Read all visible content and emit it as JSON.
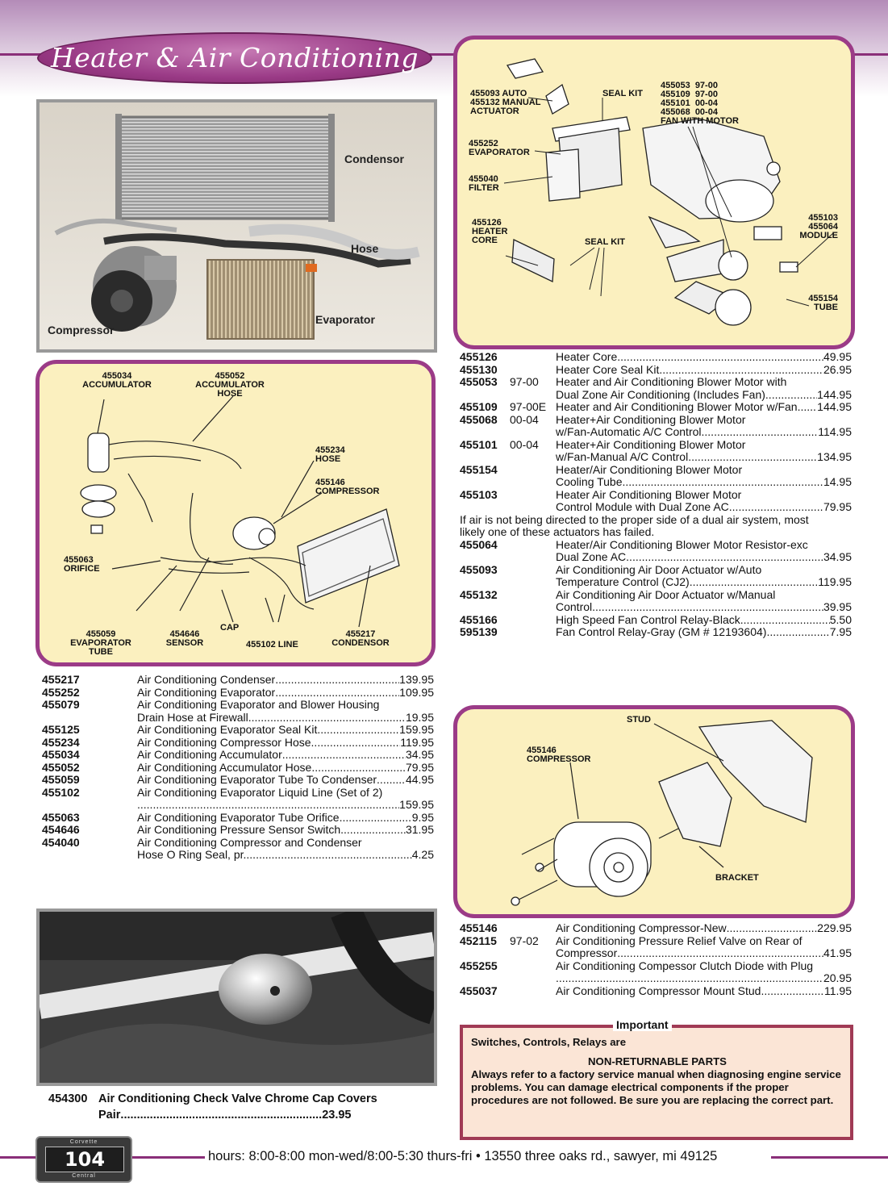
{
  "header": {
    "title": "Heater & Air Conditioning"
  },
  "photo_top": {
    "labels": {
      "condensor": "Condensor",
      "hose": "Hose",
      "evaporator": "Evaporator",
      "compressor": "Compressor"
    }
  },
  "diagram_blower": {
    "labels": {
      "actuator": "455093 AUTO\n455132 MANUAL\nACTUATOR",
      "seal_kit_top": "SEAL KIT",
      "fan_motor": "455053  97-00\n455109  97-00\n455101  00-04\n455068  00-04\nFAN WITH MOTOR",
      "evaporator": "455252\nEVAPORATOR",
      "filter": "455040\nFILTER",
      "heater_core": "455126\nHEATER\nCORE",
      "seal_kit_mid": "SEAL KIT",
      "module": "455103\n455064\nMODULE",
      "tube": "455154\nTUBE"
    }
  },
  "diagram_ac": {
    "labels": {
      "accumulator": "455034\nACCUMULATOR",
      "accumulator_hose": "455052\nACCUMULATOR\nHOSE",
      "hose": "455234\nHOSE",
      "compressor": "455146\nCOMPRESSOR",
      "orifice": "455063\nORIFICE",
      "evap_tube": "455059\nEVAPORATOR\nTUBE",
      "sensor": "454646\nSENSOR",
      "cap": "CAP",
      "line": "455102 LINE",
      "condensor": "455217\nCONDENSOR"
    }
  },
  "diagram_compressor": {
    "labels": {
      "stud": "STUD",
      "compressor": "455146\nCOMPRESSOR",
      "bracket": "BRACKET"
    }
  },
  "list_blower": [
    {
      "pn": "455126",
      "yr": "",
      "desc": "Heater Core",
      "price": "49.95"
    },
    {
      "pn": "455130",
      "yr": "",
      "desc": "Heater Core Seal Kit",
      "price": "26.95"
    },
    {
      "pn": "455053",
      "yr": "97-00",
      "desc": "Heater and Air Conditioning Blower Motor with",
      "desc2": "Dual Zone Air Conditioning (Includes Fan)",
      "price": "144.95"
    },
    {
      "pn": "455109",
      "yr": "97-00E",
      "desc": "Heater and Air Conditioning Blower Motor w/Fan",
      "price": "144.95"
    },
    {
      "pn": "455068",
      "yr": "00-04",
      "desc": "Heater+Air Conditioning Blower Motor",
      "desc2": "w/Fan-Automatic A/C Control",
      "price": "114.95"
    },
    {
      "pn": "455101",
      "yr": "00-04",
      "desc": "Heater+Air Conditioning Blower Motor",
      "desc2": "w/Fan-Manual A/C Control",
      "price": "134.95"
    },
    {
      "pn": "455154",
      "yr": "",
      "desc": "Heater/Air Conditioning Blower Motor",
      "desc2": "Cooling Tube",
      "price": "14.95"
    },
    {
      "pn": "455103",
      "yr": "",
      "desc": "Heater Air Conditioning Blower Motor",
      "desc2": "Control Module with Dual Zone AC",
      "price": "79.95"
    },
    {
      "note": "If air is not being directed to the proper side of a dual air system, most",
      "note2": "likely one of these actuators has failed."
    },
    {
      "pn": "455064",
      "yr": "",
      "desc": "Heater/Air Conditioning Blower Motor Resistor-exc",
      "desc2": "Dual Zone AC",
      "price": "34.95"
    },
    {
      "pn": "455093",
      "yr": "",
      "desc": "Air Conditioning Air Door Actuator w/Auto",
      "desc2": "Temperature Control (CJ2)",
      "price": "119.95"
    },
    {
      "pn": "455132",
      "yr": "",
      "desc": "Air Conditioning Air Door Actuator w/Manual",
      "desc2": "Control",
      "price": "39.95"
    },
    {
      "pn": "455166",
      "yr": "",
      "desc": "High Speed Fan Control Relay-Black",
      "price": "5.50"
    },
    {
      "pn": "595139",
      "yr": "",
      "desc": "Fan Control Relay-Gray (GM # 12193604)",
      "price": "7.95"
    }
  ],
  "list_ac": [
    {
      "pn": "455217",
      "desc": "Air Conditioning Condenser",
      "price": "139.95"
    },
    {
      "pn": "455252",
      "desc": "Air Conditioning Evaporator",
      "price": "109.95"
    },
    {
      "pn": "455079",
      "desc": "Air Conditioning Evaporator and Blower Housing",
      "desc2": "Drain Hose at Firewall",
      "price": "19.95"
    },
    {
      "pn": "455125",
      "desc": "Air Conditioning Evaporator Seal Kit",
      "price": "159.95"
    },
    {
      "pn": "455234",
      "desc": "Air Conditioning Compressor Hose",
      "price": "119.95"
    },
    {
      "pn": "455034",
      "desc": "Air Conditioning Accumulator",
      "price": "34.95"
    },
    {
      "pn": "455052",
      "desc": "Air Conditioning Accumulator Hose",
      "price": "79.95"
    },
    {
      "pn": "455059",
      "desc": "Air Conditioning Evaporator Tube To Condenser",
      "price": "44.95"
    },
    {
      "pn": "455102",
      "desc": "Air Conditioning Evaporator Liquid Line (Set of 2)",
      "desc2": "",
      "price": "159.95"
    },
    {
      "pn": "455063",
      "desc": "Air Conditioning Evaporator Tube Orifice",
      "price": "9.95"
    },
    {
      "pn": "454646",
      "desc": "Air Conditioning Pressure Sensor Switch",
      "price": "31.95"
    },
    {
      "pn": "454040",
      "desc": "Air Conditioning Compressor and Condenser",
      "desc2": "Hose O Ring Seal, pr.",
      "price": "4.25"
    }
  ],
  "list_compressor": [
    {
      "pn": "455146",
      "yr": "",
      "desc": "Air Conditioning Compressor-New",
      "price": "229.95"
    },
    {
      "pn": "452115",
      "yr": "97-02",
      "desc": "Air Conditioning Pressure Relief Valve on Rear of",
      "desc2": "Compressor",
      "price": "41.95"
    },
    {
      "pn": "455255",
      "yr": "",
      "desc": "Air Conditioning Compessor Clutch Diode with Plug",
      "desc2": "",
      "price": "20.95"
    },
    {
      "pn": "455037",
      "yr": "",
      "desc": "Air Conditioning Compressor Mount Stud",
      "price": "11.95"
    }
  ],
  "check_valve": {
    "pn": "454300",
    "desc": "Air Conditioning Check Valve Chrome Cap Covers",
    "desc2": "Pair",
    "price": "23.95"
  },
  "important": {
    "title": "Important",
    "line1": "Switches, Controls, Relays are",
    "line2": "NON-RETURNABLE PARTS",
    "body": "Always refer to a factory service manual when diagnosing engine service problems. You can damage electrical components if the proper procedures are not followed. Be sure you are replacing the correct part."
  },
  "footer": {
    "page_number": "104",
    "badge_top": "Corvette",
    "badge_bottom": "Central",
    "text": "hours: 8:00-8:00 mon-wed/8:00-5:30 thurs-fri • 13550 three oaks rd., sawyer, mi 49125"
  }
}
